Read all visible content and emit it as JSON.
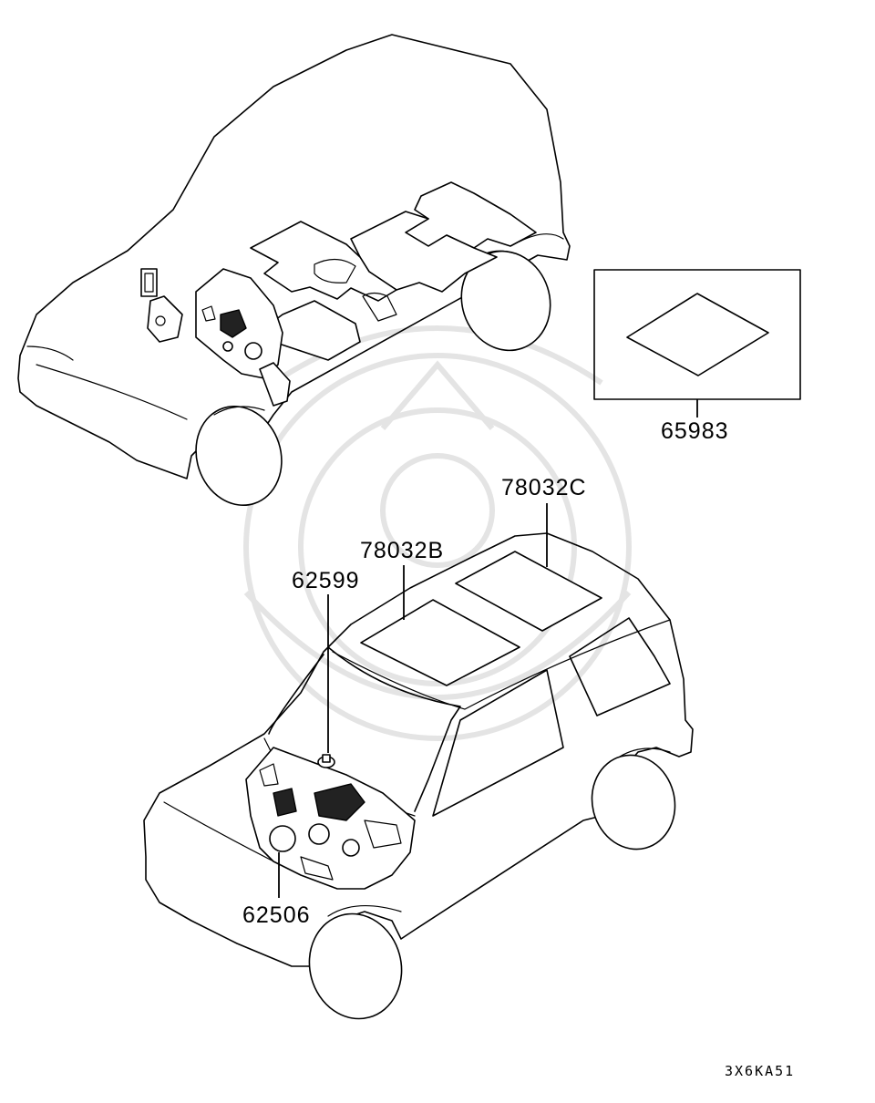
{
  "parts": [
    {
      "id": "65983",
      "label": "65983"
    },
    {
      "id": "78032C",
      "label": "78032C"
    },
    {
      "id": "78032B",
      "label": "78032B"
    },
    {
      "id": "62599",
      "label": "62599"
    },
    {
      "id": "62506",
      "label": "62506"
    }
  ],
  "diagram_code": "3X6KA51",
  "colors": {
    "line": "#000000",
    "background": "#ffffff",
    "watermark": "#e4e4e4"
  }
}
